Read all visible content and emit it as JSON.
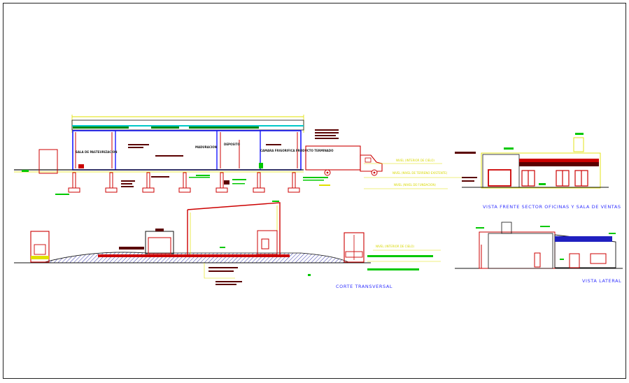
{
  "colors": {
    "outline": "#111111",
    "wall_red": "#cc0000",
    "structure_blue": "#1a1aff",
    "dim_yellow": "#e0e000",
    "level_green": "#00cc00",
    "cyan": "#00c8c8",
    "caption_blue": "#3030ff",
    "text_dark": "#5a0000",
    "terrain_hatch": "#2020a0"
  },
  "icons": [
    "truck-icon",
    "level-marker-icon"
  ],
  "section": {
    "room_labels": {
      "pasteurization": "SALA DE PASTEURIZACION",
      "maturation": "MADURACION",
      "deposit": "DEPOSITO",
      "cold_room": "CAMARA FRIGORIFICA PRODUCTO TERMINADO"
    }
  },
  "levels": {
    "ceiling": "NIVEL (INTERIOR DE CIELO)",
    "ground": "NIVEL (NIVEL DE TERRENO EXISTENTE)",
    "foundation": "NIVEL (NIVEL DE FUNDACION)",
    "ceiling_2": "NIVEL (INTERIOR DE CIELO)"
  },
  "captions": {
    "front_view": "VISTA FRENTE SECTOR OFICINAS Y SALA DE VENTAS",
    "cross_section": "CORTE TRANSVERSAL",
    "side_view": "VISTA LATERAL"
  }
}
